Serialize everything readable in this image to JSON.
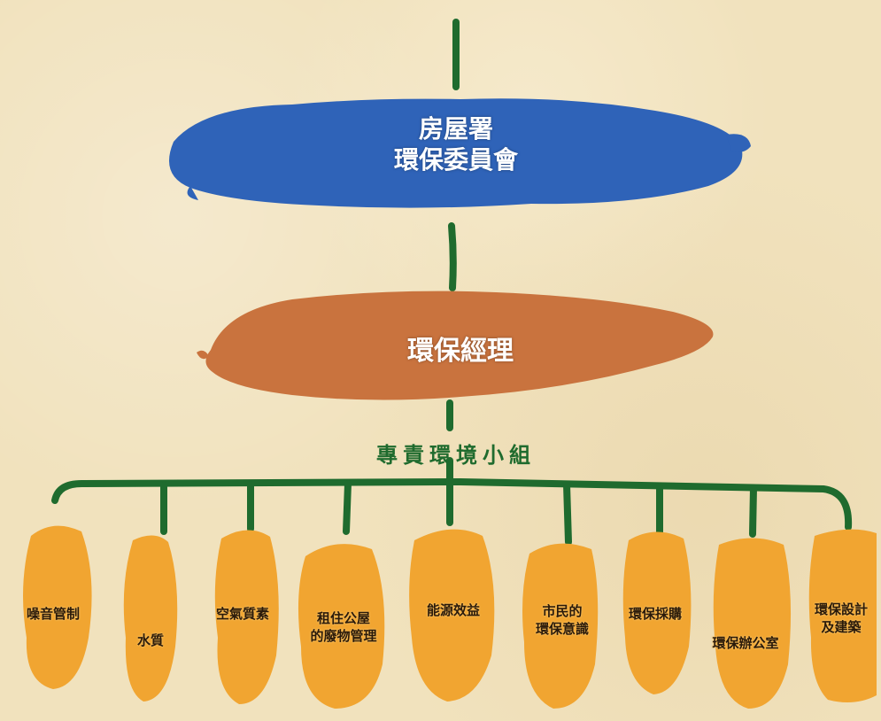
{
  "diagram": {
    "committee": {
      "line1": "房屋署",
      "line2": "環保委員會"
    },
    "manager": {
      "label": "環保經理"
    },
    "team": {
      "label": "專責環境小組"
    },
    "groups": [
      {
        "line1": "噪音管制",
        "line2": ""
      },
      {
        "line1": "水質",
        "line2": ""
      },
      {
        "line1": "空氣質素",
        "line2": ""
      },
      {
        "line1": "租住公屋",
        "line2": "的廢物管理"
      },
      {
        "line1": "能源效益",
        "line2": ""
      },
      {
        "line1": "市民的",
        "line2": "環保意識"
      },
      {
        "line1": "環保採購",
        "line2": ""
      },
      {
        "line1": "環保辦公室",
        "line2": ""
      },
      {
        "line1": "環保設計",
        "line2": "及建築"
      }
    ]
  },
  "colors": {
    "committee_blob": "#2f63b8",
    "manager_blob": "#c9733e",
    "group_blob": "#f1a531",
    "connector": "#1f6b2e",
    "paper": "#f1e2bd"
  }
}
